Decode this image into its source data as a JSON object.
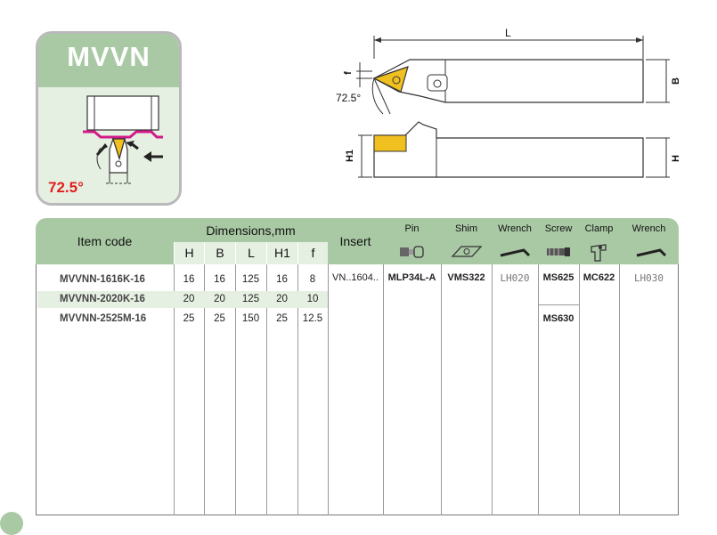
{
  "badge": {
    "title": "MVVN",
    "angle": "72.5°"
  },
  "drawing": {
    "dim_L": "L",
    "dim_f": "f",
    "dim_B": "B",
    "dim_H1": "H1",
    "dim_H": "H",
    "angle": "72.5°"
  },
  "table": {
    "headers": {
      "item_code": "Item code",
      "dimensions": "Dimensions,mm",
      "insert": "Insert",
      "pin": "Pin",
      "shim": "Shim",
      "wrench1": "Wrench",
      "screw": "Screw",
      "clamp": "Clamp",
      "wrench2": "Wrench"
    },
    "dim_cols": [
      "H",
      "B",
      "L",
      "H1",
      "f"
    ],
    "rows": [
      {
        "code": "MVVNN-1616K-16",
        "H": "16",
        "B": "16",
        "L": "125",
        "H1": "16",
        "f": "8"
      },
      {
        "code": "MVVNN-2020K-16",
        "H": "20",
        "B": "20",
        "L": "125",
        "H1": "20",
        "f": "10"
      },
      {
        "code": "MVVNN-2525M-16",
        "H": "25",
        "B": "25",
        "L": "150",
        "H1": "25",
        "f": "12.5"
      }
    ],
    "parts": {
      "insert": "VN..1604..",
      "pin": "MLP34L-A",
      "shim": "VMS322",
      "wrench1": "LH020",
      "screw_1": "MS625",
      "screw_2": "MS630",
      "clamp": "MC622",
      "wrench2": "LH030"
    }
  }
}
